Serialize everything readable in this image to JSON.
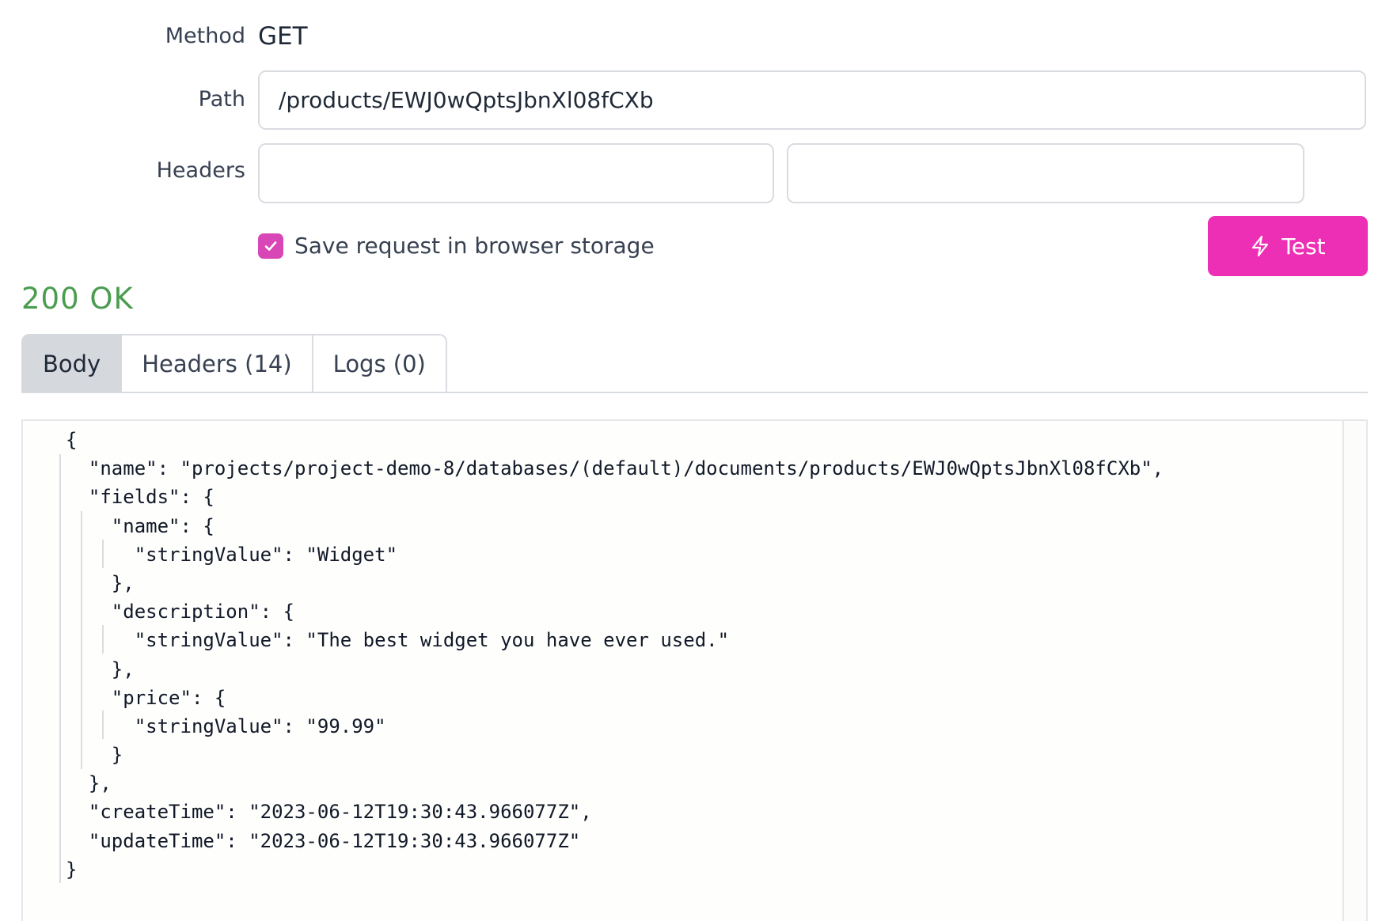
{
  "request": {
    "method_label": "Method",
    "method_value": "GET",
    "path_label": "Path",
    "path_value": "/products/EWJ0wQptsJbnXl08fCXb",
    "headers_label": "Headers",
    "header_key_value": "",
    "header_value_value": "",
    "save_label": "Save request in browser storage",
    "save_checked": true,
    "test_label": "Test",
    "test_icon": "lightning-bolt-icon"
  },
  "response": {
    "status": "200 OK",
    "status_color": "#4a9d4f",
    "tabs": [
      {
        "label": "Body",
        "active": true
      },
      {
        "label": "Headers (14)",
        "active": false
      },
      {
        "label": "Logs (0)",
        "active": false
      }
    ],
    "body_lines": [
      "{",
      "  \"name\": \"projects/project-demo-8/databases/(default)/documents/products/EWJ0wQptsJbnXl08fCXb\",",
      "  \"fields\": {",
      "    \"name\": {",
      "      \"stringValue\": \"Widget\"",
      "    },",
      "    \"description\": {",
      "      \"stringValue\": \"The best widget you have ever used.\"",
      "    },",
      "    \"price\": {",
      "      \"stringValue\": \"99.99\"",
      "    }",
      "  },",
      "  \"createTime\": \"2023-06-12T19:30:43.966077Z\",",
      "  \"updateTime\": \"2023-06-12T19:30:43.966077Z\"",
      "}"
    ]
  },
  "colors": {
    "accent": "#ec2fb4",
    "checkbox": "#d946b5",
    "border": "#d9dce1",
    "active_tab": "#d5d9de"
  }
}
